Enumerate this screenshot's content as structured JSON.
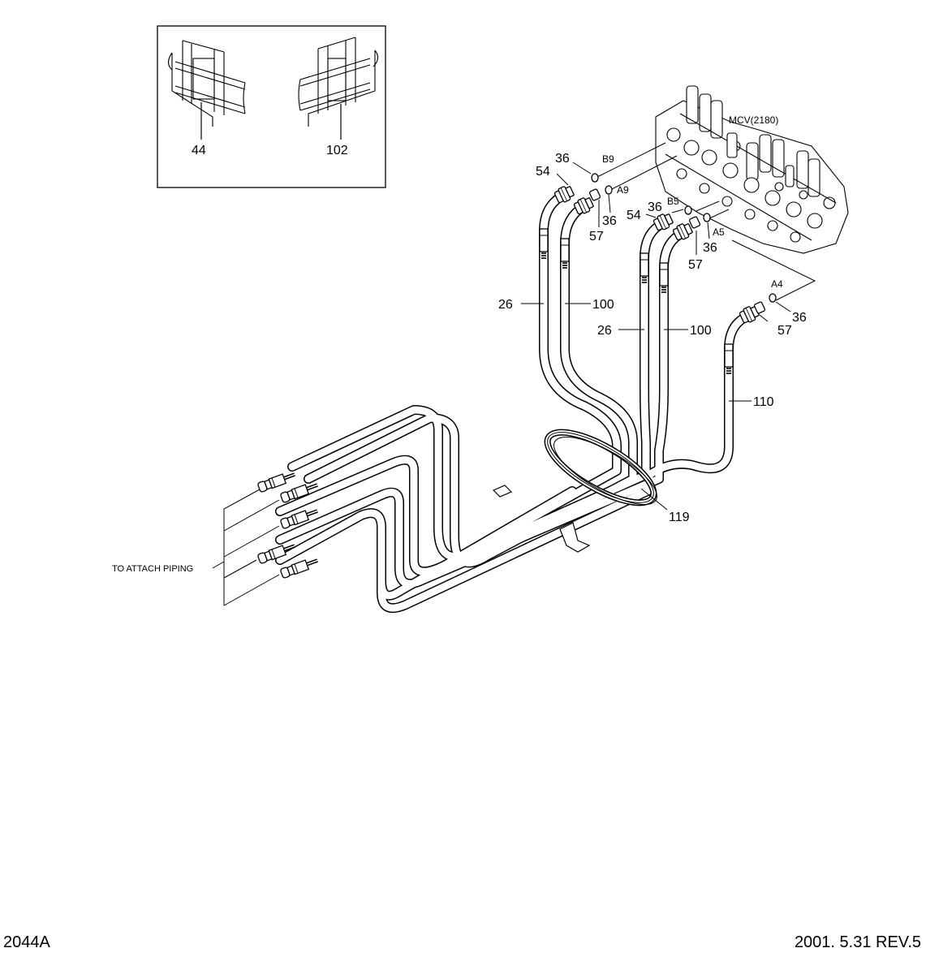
{
  "drawing": {
    "number": "2044A",
    "revision": "2001. 5.31  REV.5",
    "mcv": "MCV(2180)",
    "attach_note": "TO ATTACH PIPING"
  },
  "detail": {
    "part_a": "44",
    "part_b": "102"
  },
  "callouts": {
    "p36_b9": "36",
    "b9": "B9",
    "p54_left": "54",
    "a9": "A9",
    "p36_a9": "36",
    "p57_left": "57",
    "p36_b5": "36",
    "b5": "B5",
    "p54_mid": "54",
    "a5": "A5",
    "p36_a5": "36",
    "p57_mid": "57",
    "a4": "A4",
    "p36_a4": "36",
    "p57_right": "57",
    "p26_left": "26",
    "p100_left": "100",
    "p26_mid": "26",
    "p100_mid": "100",
    "p110": "110",
    "p119": "119"
  },
  "colors": {
    "line": "#000000",
    "background": "#ffffff"
  }
}
